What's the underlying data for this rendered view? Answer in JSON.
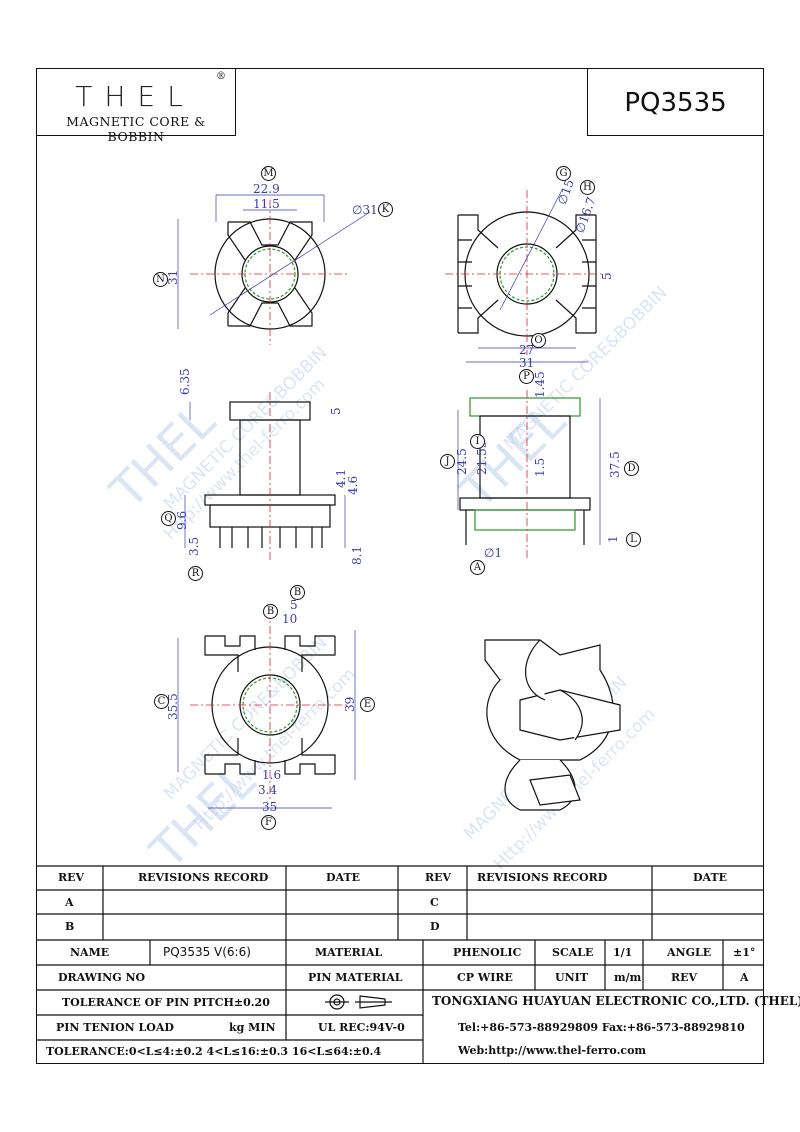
{
  "header": {
    "logo_text": "THEL",
    "logo_subtitle": "MAGNETIC CORE & BOBBIN",
    "registered_mark": "®",
    "part_number": "PQ3535"
  },
  "watermark": {
    "brand": "THEL",
    "line1": "MAGNETIC CORE&BOBBIN",
    "line2": "Http://www.thel-ferro.com"
  },
  "dimensions": {
    "top_left": [
      "22.9",
      "11.5",
      "31",
      "∅31"
    ],
    "top_right": [
      "∅15",
      "∅16.7",
      "5",
      "27",
      "31"
    ],
    "mid_left": [
      "6.35",
      "5",
      "4.1",
      "4.6",
      "9.6",
      "3.5",
      "8.1"
    ],
    "mid_right": [
      "1.45",
      "24.5",
      "21.55",
      "1.5",
      "37.5",
      "1",
      "∅1"
    ],
    "bottom_left": [
      "5",
      "10",
      "35.5",
      "39",
      "1.6",
      "3.4",
      "35"
    ]
  },
  "callouts": {
    "M": "M",
    "N": "N",
    "K": "K",
    "G": "G",
    "H": "H",
    "O": "O",
    "P": "P",
    "Q": "Q",
    "R": "R",
    "I": "I",
    "J": "J",
    "D": "D",
    "L": "L",
    "A": "A",
    "B": "B",
    "B2": "B",
    "C": "C",
    "E": "E",
    "F": "F"
  },
  "title_block": {
    "rev_header": "REV",
    "revisions_header": "REVISIONS RECORD",
    "date_header": "DATE",
    "rev_header2": "REV",
    "revisions_header2": "REVISIONS RECORD",
    "date_header2": "DATE",
    "rev_a": "A",
    "rev_b": "B",
    "rev_c": "C",
    "rev_d": "D",
    "name_label": "NAME",
    "name_value": "PQ3535 V(6:6)",
    "material_label": "MATERIAL",
    "material_value": "PHENOLIC",
    "scale_label": "SCALE",
    "scale_value": "1/1",
    "angle_label": "ANGLE",
    "angle_value": "±1°",
    "drawing_no_label": "DRAWING NO",
    "pin_material_label": "PIN MATERIAL",
    "pin_material_value": "CP WIRE",
    "unit_label": "UNIT",
    "unit_value": "m/m",
    "rev_label": "REV",
    "rev_value": "A",
    "pitch_tolerance": "TOLERANCE OF PIN PITCH±0.20",
    "company": "TONGXIANG HUAYUAN ELECTRONIC CO.,LTD.  (THEL)",
    "pin_tension_label": "PIN TENION LOAD",
    "pin_tension_unit": "kg MIN",
    "ul_rec": "UL REC:94V-0",
    "phone_fax": "Tel:+86-573-88929809 Fax:+86-573-88929810",
    "tolerance": "TOLERANCE:0<L≤4:±0.2  4<L≤16:±0.3  16<L≤64:±0.4",
    "website": "Web:http://www.thel-ferro.com"
  }
}
